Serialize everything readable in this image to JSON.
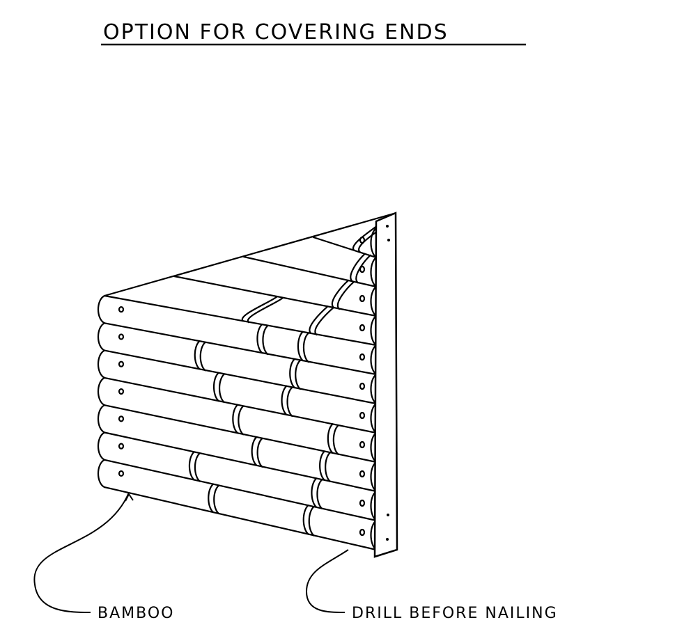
{
  "title": "OPTION FOR COVERING ENDS",
  "labels": {
    "bamboo": "BAMBOO",
    "drill": "DRILL BEFORE NAILING"
  },
  "colors": {
    "ink": "#000000",
    "paper": "#ffffff"
  }
}
